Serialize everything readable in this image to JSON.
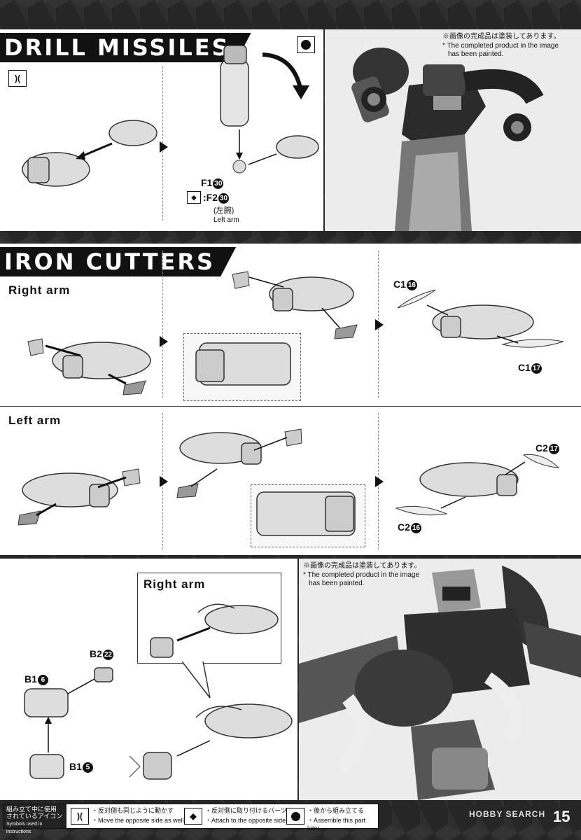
{
  "sections": {
    "drill": {
      "title": "DRILL MISSILES"
    },
    "iron": {
      "title": "IRON CUTTERS",
      "right_arm": "Right arm",
      "left_arm": "Left arm"
    }
  },
  "notes": {
    "painted_jp": "※画像の完成品は塗装してあります。",
    "painted_en1": "* The completed product in the image",
    "painted_en2": "has been painted."
  },
  "parts": {
    "f1": "F1",
    "f1_num": "30",
    "f2": ":F2",
    "f2_num": "30",
    "f2_jp": "(左腕)",
    "f2_en": "Left arm",
    "c1a": "C1",
    "c1a_num": "16",
    "c1b": "C1",
    "c1b_num": "17",
    "c2a": "C2",
    "c2a_num": "17",
    "c2b": "C2",
    "c2b_num": "16",
    "b2": "B2",
    "b2_num": "22",
    "b1a": "B1",
    "b1a_num": "6",
    "b1b": "B1",
    "b1b_num": "5"
  },
  "bottom_sub": "Right arm",
  "legend": {
    "heading_jp1": "組み立て中に使用",
    "heading_jp2": "されているアイコン",
    "heading_en": "Symbols used in instructions",
    "item1_jp": "・反対側も同じように動かす",
    "item1_en": "・Move the opposite side as well.",
    "item2_jp": "・反対側に取り付けるパーツ",
    "item2_en": "・Attach to the opposite side.",
    "item3_jp": "・後から組み立てる",
    "item3_en": "・Assemble this part later."
  },
  "page_number": "15",
  "watermark": "HOBBY SEARCH"
}
